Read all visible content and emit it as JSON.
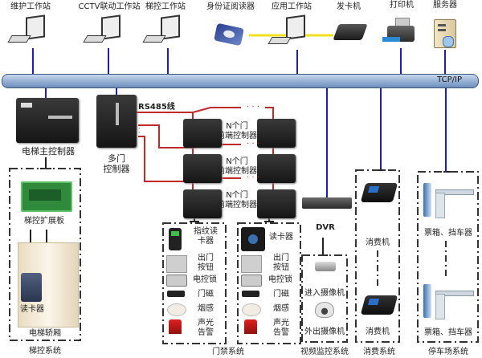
{
  "network": {
    "bus_label": "TCP/IP",
    "rs485_label": "RS485线"
  },
  "top_devices": [
    {
      "label": "维护工作站",
      "icon": "workstation-icon"
    },
    {
      "label": "CCTV联动工作站",
      "icon": "workstation-icon"
    },
    {
      "label": "梯控工作站",
      "icon": "workstation-icon"
    },
    {
      "label": "身份证阅读器",
      "icon": "id-card-reader-icon"
    },
    {
      "label": "应用工作站",
      "icon": "workstation-icon"
    },
    {
      "label": "发卡机",
      "icon": "card-issuer-icon"
    },
    {
      "label": "打印机",
      "icon": "printer-icon"
    },
    {
      "label": "服务器",
      "icon": "server-icon"
    }
  ],
  "controllers": {
    "elevator_main": "电梯主控制器",
    "multi_door_line1": "多门",
    "multi_door_line2": "控制器",
    "front_end_line1": "N个门",
    "front_end_line2": "前端控制器",
    "ellipsis": "· · ·"
  },
  "elevator_system": {
    "expansion_board": "梯控扩展板",
    "card_reader": "读卡器",
    "car": "电梯轿厢",
    "title": "梯控系统"
  },
  "access_system": {
    "group1": [
      {
        "label_line1": "指纹读",
        "label_line2": "卡器"
      },
      {
        "label_line1": "出门",
        "label_line2": "按钮"
      },
      {
        "label_line1": "电控锁",
        "label_line2": ""
      },
      {
        "label_line1": "门磁",
        "label_line2": ""
      },
      {
        "label_line1": "烟感",
        "label_line2": ""
      },
      {
        "label_line1": "声光",
        "label_line2": "告警"
      }
    ],
    "group2": [
      {
        "label_line1": "读卡器",
        "label_line2": ""
      },
      {
        "label_line1": "出门",
        "label_line2": "按钮"
      },
      {
        "label_line1": "电控锁",
        "label_line2": ""
      },
      {
        "label_line1": "门磁",
        "label_line2": ""
      },
      {
        "label_line1": "烟感",
        "label_line2": ""
      },
      {
        "label_line1": "声光",
        "label_line2": "告警"
      }
    ],
    "title": "门禁系统"
  },
  "video_system": {
    "dvr": "DVR",
    "camera_in": "进入摄像机",
    "camera_out": "外出摄像机",
    "title": "视频监控系统"
  },
  "consumption_system": {
    "pos1": "消费机",
    "pos2": "消费机",
    "title": "消费系统"
  },
  "parking_system": {
    "gate1": "票箱、挡车器",
    "gate2": "票箱、挡车器",
    "title": "停车场系统"
  },
  "colors": {
    "bus": "#9db7d6",
    "bus_border": "#3e5a80",
    "link_blue": "#1f1fb8",
    "rs485_red": "#c0282b",
    "yellow_link": "#f0e020"
  }
}
